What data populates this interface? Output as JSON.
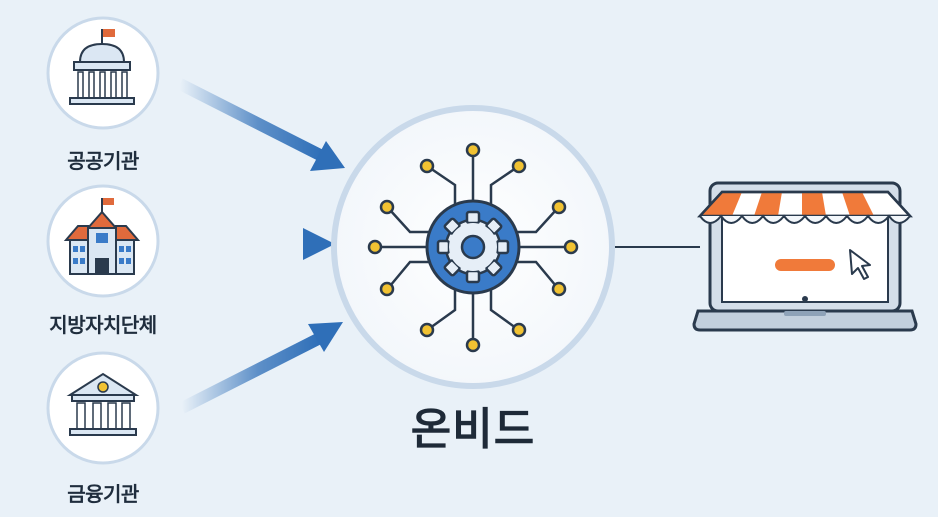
{
  "sources": [
    {
      "label": "공공기관",
      "icon": "government-building-icon"
    },
    {
      "label": "지방자치단체",
      "icon": "municipal-office-icon"
    },
    {
      "label": "금융기관",
      "icon": "bank-icon"
    }
  ],
  "hub": {
    "label": "온비드",
    "icon": "circuit-gear-icon"
  },
  "destination": {
    "icon": "laptop-storefront-icon"
  },
  "colors": {
    "background": "#e9f1f8",
    "arrow": "#2f6fb8",
    "gear": "#3a7bc8",
    "node": "#f1c232",
    "awning_orange": "#f07a3a",
    "text": "#1f2d3d"
  }
}
